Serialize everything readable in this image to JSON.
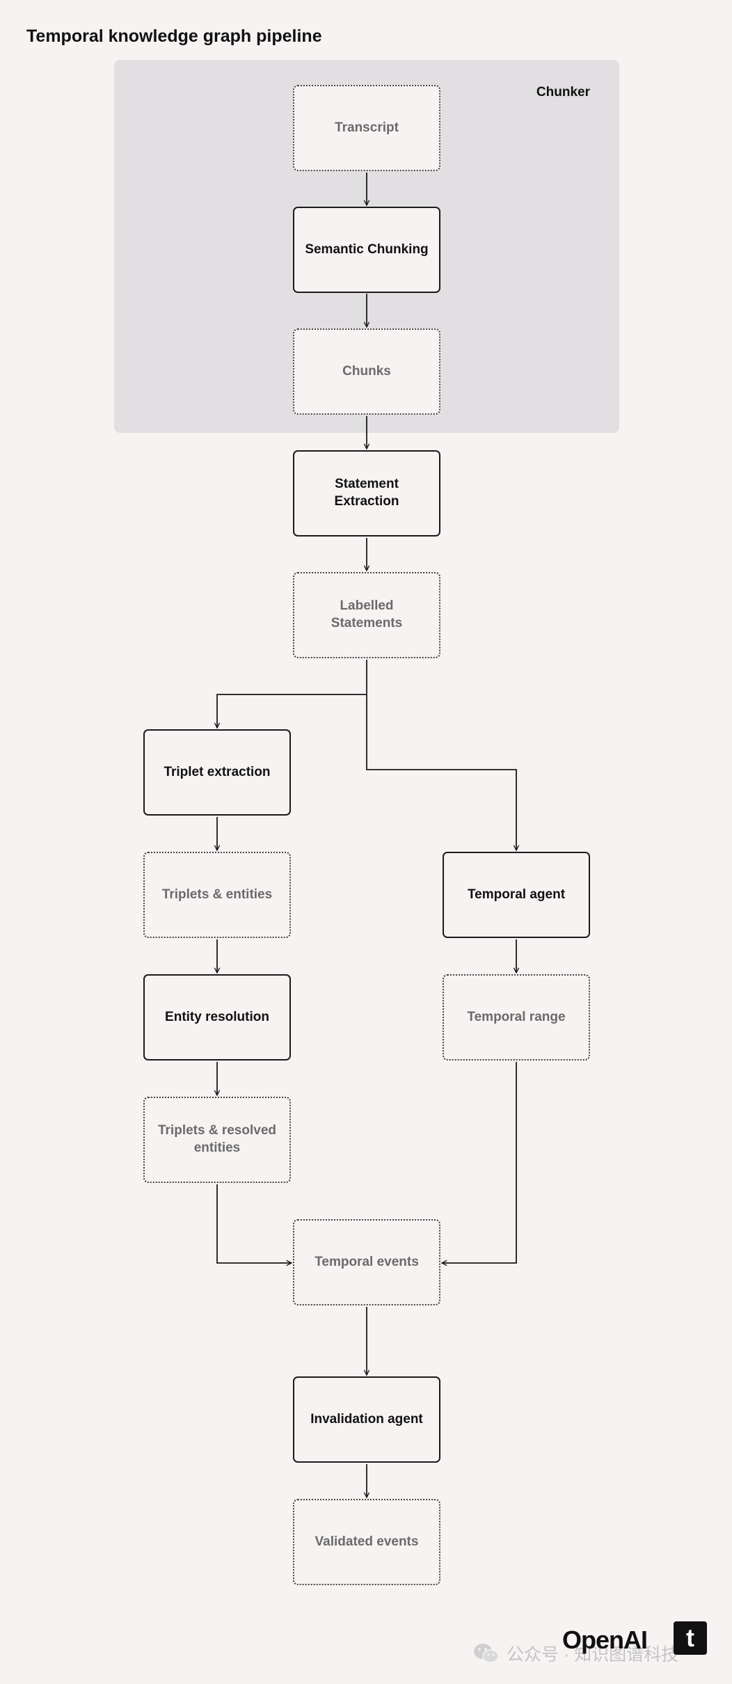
{
  "title": "Temporal knowledge graph pipeline",
  "group": {
    "label": "Chunker"
  },
  "nodes": {
    "transcript": "Transcript",
    "semantic_chunking": "Semantic Chunking",
    "chunks": "Chunks",
    "statement_extraction": "Statement Extraction",
    "labelled_statements": "Labelled Statements",
    "triplet_extraction": "Triplet extraction",
    "triplets_entities": "Triplets & entities",
    "entity_resolution": "Entity resolution",
    "triplets_resolved": "Triplets & resolved entities",
    "temporal_agent": "Temporal agent",
    "temporal_range": "Temporal range",
    "temporal_events": "Temporal events",
    "invalidation_agent": "Invalidation agent",
    "validated_events": "Validated events"
  },
  "edges": [
    [
      "transcript",
      "semantic_chunking"
    ],
    [
      "semantic_chunking",
      "chunks"
    ],
    [
      "chunks",
      "statement_extraction"
    ],
    [
      "statement_extraction",
      "labelled_statements"
    ],
    [
      "labelled_statements",
      "triplet_extraction"
    ],
    [
      "labelled_statements",
      "temporal_agent"
    ],
    [
      "triplet_extraction",
      "triplets_entities"
    ],
    [
      "triplets_entities",
      "entity_resolution"
    ],
    [
      "entity_resolution",
      "triplets_resolved"
    ],
    [
      "triplets_resolved",
      "temporal_events"
    ],
    [
      "temporal_agent",
      "temporal_range"
    ],
    [
      "temporal_range",
      "temporal_events"
    ],
    [
      "temporal_events",
      "invalidation_agent"
    ],
    [
      "invalidation_agent",
      "validated_events"
    ]
  ],
  "footer": {
    "watermark": "公众号 · 知识图谱科技",
    "brand": "OpenAI",
    "logo_letter": "t"
  },
  "colors": {
    "background": "#f6f3f2",
    "group_fill": "#e1dfe1",
    "process_border": "#1a1a1a",
    "data_border": "#444444",
    "data_text": "#6a6a6a"
  }
}
